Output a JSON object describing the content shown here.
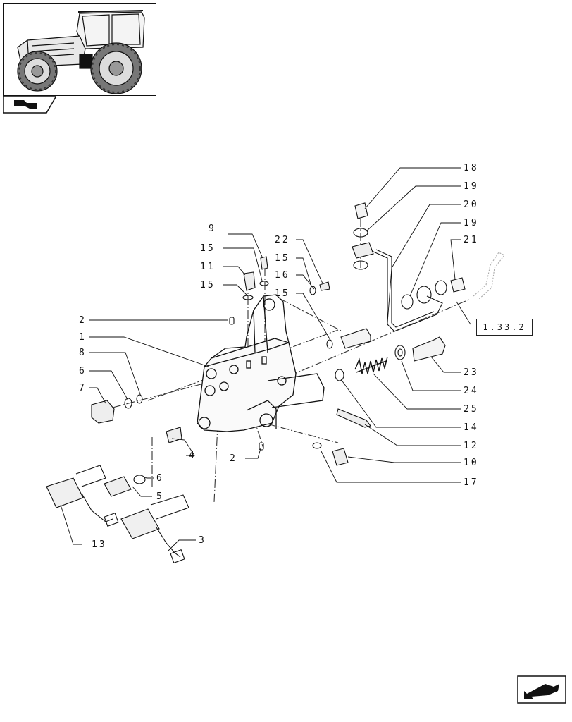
{
  "callouts": {
    "c1": "1",
    "c2a": "2",
    "c2b": "2",
    "c3": "3",
    "c4": "4",
    "c5": "5",
    "c6a": "6",
    "c6b": "6",
    "c7": "7",
    "c8": "8",
    "c9": "9",
    "c10": "10",
    "c11": "11",
    "c12": "12",
    "c13": "13",
    "c14": "14",
    "c15a": "15",
    "c15b": "15",
    "c15c": "15",
    "c15d": "15",
    "c16": "16",
    "c17": "17",
    "c18": "18",
    "c19a": "19",
    "c19b": "19",
    "c20": "20",
    "c21": "21",
    "c22": "22",
    "c23": "23",
    "c24": "24",
    "c25": "25"
  },
  "reference": "1.33.2",
  "icons": {
    "thumbnail": "tractor-thumbnail-icon",
    "section": "section-marker-icon",
    "navigation": "next-page-arrow-icon"
  }
}
